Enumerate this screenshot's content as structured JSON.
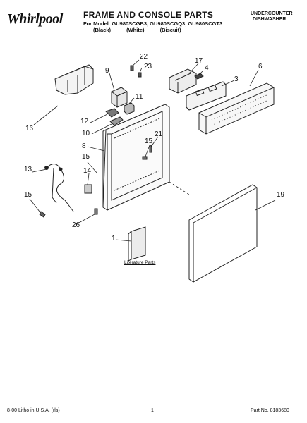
{
  "header": {
    "brand": "Whirlpool",
    "title": "FRAME AND CONSOLE PARTS",
    "model_line": "For Model: GU980SCGB3, GU980SCGQ3, GU980SCGT3",
    "colors": "(Black) (White) (Biscuit)",
    "product_line1": "UNDERCOUNTER",
    "product_line2": "DISHWASHER"
  },
  "callouts": {
    "c22": "22",
    "c23": "23",
    "c9": "9",
    "c17": "17",
    "c4": "4",
    "c6": "6",
    "c3": "3",
    "c11": "11",
    "c16": "16",
    "c12": "12",
    "c10": "10",
    "c8": "8",
    "c21": "21",
    "c15a": "15",
    "c13": "13",
    "c14": "14",
    "c15b": "15",
    "c26": "26",
    "c19": "19",
    "c1": "1"
  },
  "literature_label": "Literature Parts",
  "footer": {
    "left": "8-00 Litho in U.S.A. (rls)",
    "page": "1",
    "part_no": "Part No. 8183680"
  }
}
